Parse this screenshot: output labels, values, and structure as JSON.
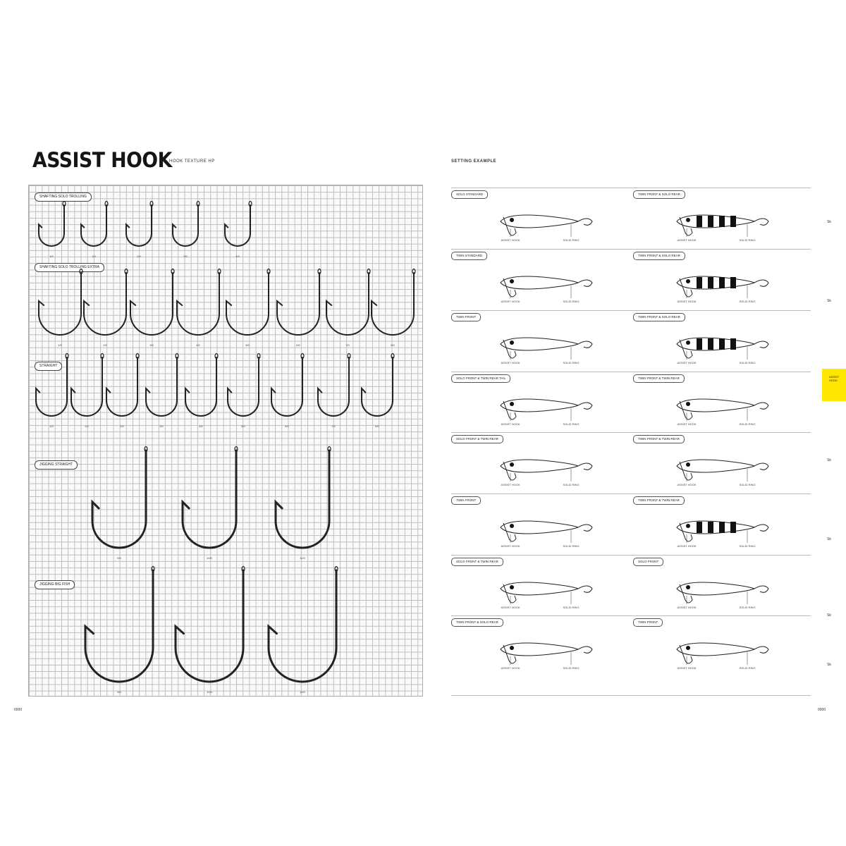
{
  "left_page": {
    "title": "ASSIST HOOK",
    "subtitle": "HOOK TEXTURE HP",
    "page_number": "0000",
    "sections": [
      {
        "label": "SHAFTING SOLO TROLLING",
        "sizes": [
          "1/0",
          "1/0",
          "2/0",
          "3/0",
          "4/0"
        ]
      },
      {
        "label": "SHAFTING SOLO TROLLING EXTRA",
        "sizes": [
          "1/0",
          "2/0",
          "3/0",
          "4/0",
          "5/0",
          "6/0",
          "7/0",
          "8/0"
        ]
      },
      {
        "label": "STRAIGHT",
        "sizes": [
          "1/0",
          "1/0",
          "2/0",
          "3/0",
          "4/0",
          "5/0",
          "6/0",
          "7/0",
          "8/0"
        ]
      },
      {
        "label": "JIGGING STRAIGHT",
        "sizes": [
          "9/0",
          "10/0",
          "11/0"
        ]
      },
      {
        "label": "JIGGING BIG FISH",
        "sizes": [
          "9/0",
          "10/0",
          "11/0"
        ]
      }
    ]
  },
  "right_page": {
    "title": "SETTING EXAMPLE",
    "page_number": "0000",
    "rigs_left": [
      "SOLO STANDARD",
      "TWIN STANDARD",
      "TWIN FRONT",
      "SOLO FRONT & TWIN REAR TAIL",
      "SOLO FRONT & TWIN REAR",
      "TWIN FRONT",
      "SOLO FRONT & TWIN REAR",
      "TWIN FRONT & SOLO REAR"
    ],
    "rigs_right": [
      "TWIN FRONT & SOLO REAR",
      "TWIN FRONT & SOLO REAR",
      "TWIN FRONT & SOLO REAR",
      "TWIN FRONT & TWIN REAR",
      "TWIN FRONT & TWIN REAR",
      "TWIN FRONT & TWIN REAR",
      "SOLO FRONT",
      "TWIN FRONT"
    ],
    "callouts": [
      "ASSIST HOOK",
      "SOLID RING"
    ],
    "side_tabs": [
      "Sk",
      "Sk",
      "Sk",
      "Sk",
      "Sk",
      "Sk"
    ],
    "yellow_tab_text": "ASSIST HOOK"
  },
  "colors": {
    "grid_line": "#bdbdbd",
    "tab_accent": "#ffe600",
    "hook_stroke": "#222222"
  }
}
